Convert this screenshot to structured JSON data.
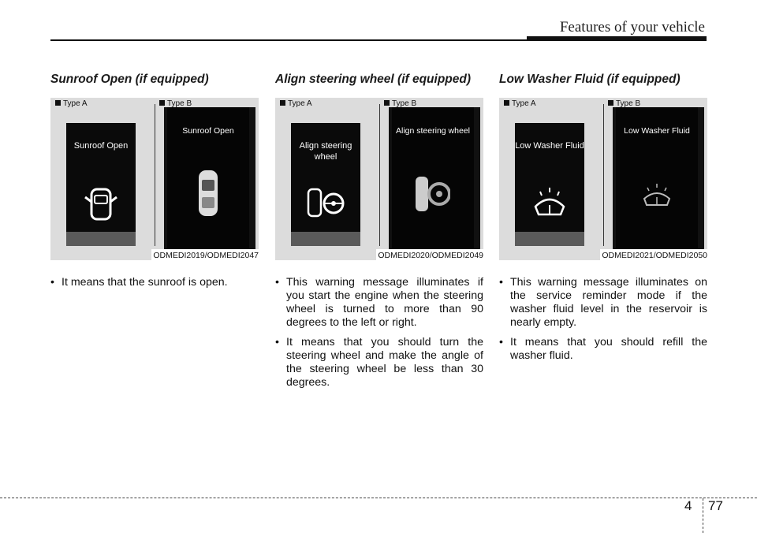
{
  "header": {
    "title": "Features of your vehicle"
  },
  "columns": [
    {
      "heading": "Sunroof Open (if equipped)",
      "type_a": "Type A",
      "type_b": "Type B",
      "screen_a_text": "Sunroof Open",
      "screen_b_text": "Sunroof Open",
      "code": "ODMEDI2019/ODMEDI2047",
      "bullets": [
        "It means that the sunroof is open."
      ]
    },
    {
      "heading": "Align steering wheel (if equipped)",
      "type_a": "Type A",
      "type_b": "Type B",
      "screen_a_text": "Align steering wheel",
      "screen_b_text": "Align steering wheel",
      "code": "ODMEDI2020/ODMEDI2049",
      "bullets": [
        "This warning message illuminates if you start the engine when the steering wheel is turned to more than 90 degrees to the left or right.",
        "It means that you should turn the steering wheel and make the angle of the steering wheel be less than 30 degrees."
      ]
    },
    {
      "heading": "Low Washer Fluid (if equipped)",
      "type_a": "Type A",
      "type_b": "Type B",
      "screen_a_text": "Low Washer Fluid",
      "screen_b_text": "Low Washer Fluid",
      "code": "ODMEDI2021/ODMEDI2050",
      "bullets": [
        "This warning message illuminates on the service reminder mode if the washer fluid level in the reservoir is nearly empty.",
        "It means that you should refill the washer fluid."
      ]
    }
  ],
  "footer": {
    "chapter": "4",
    "page": "77"
  },
  "icons": {
    "col0": "car-top-view-icon",
    "col1": "steering-wheel-icon",
    "col2": "washer-fluid-icon"
  }
}
